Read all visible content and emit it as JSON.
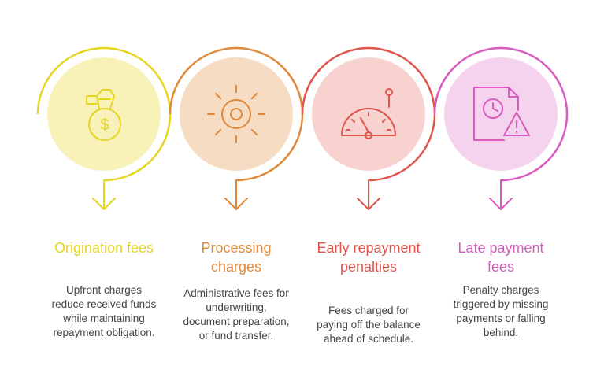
{
  "colors": {
    "origination": "#e6d520",
    "processing": "#e0893a",
    "early": "#e0544c",
    "late": "#d95bbf",
    "desc_text": "#444444"
  },
  "steps": [
    {
      "title": "Origination fees",
      "description": "Upfront charges reduce received funds while maintaining repayment obligation.",
      "icon": "money-bag-icon"
    },
    {
      "title": "Processing charges",
      "description": "Administrative fees for underwriting, document preparation, or fund transfer.",
      "icon": "gear-icon"
    },
    {
      "title": "Early repayment penalties",
      "description": "Fees charged for paying off the balance ahead of schedule.",
      "icon": "gauge-icon"
    },
    {
      "title": "Late payment fees",
      "description": "Penalty charges triggered by missing payments or falling behind.",
      "icon": "overdue-document-icon"
    }
  ]
}
